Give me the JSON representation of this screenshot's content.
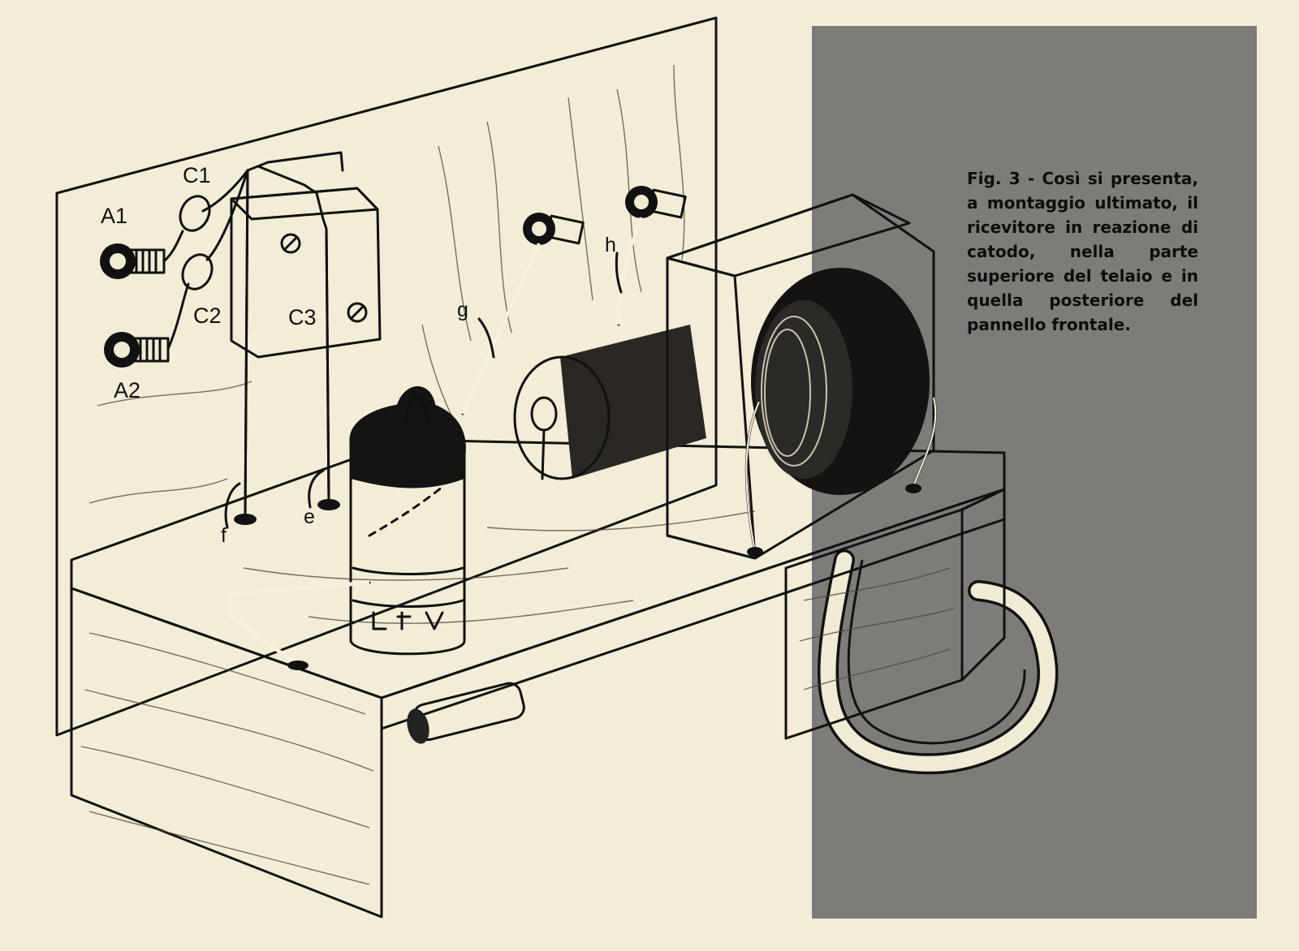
{
  "caption": "Fig. 3 - Così si presenta, a montaggio ultimato, il ricevitore in reazione di catodo, nella parte superiore del telaio e in quella posteriore del pannello frontale.",
  "labels": {
    "A1": "A1",
    "A2": "A2",
    "C1": "C1",
    "C2": "C2",
    "C3": "C3",
    "e": "e",
    "f": "f",
    "g": "g",
    "h": "h"
  },
  "colors": {
    "paper": "#f3ecd6",
    "gray_panel": "#7e7c78",
    "ink": "#111111"
  }
}
